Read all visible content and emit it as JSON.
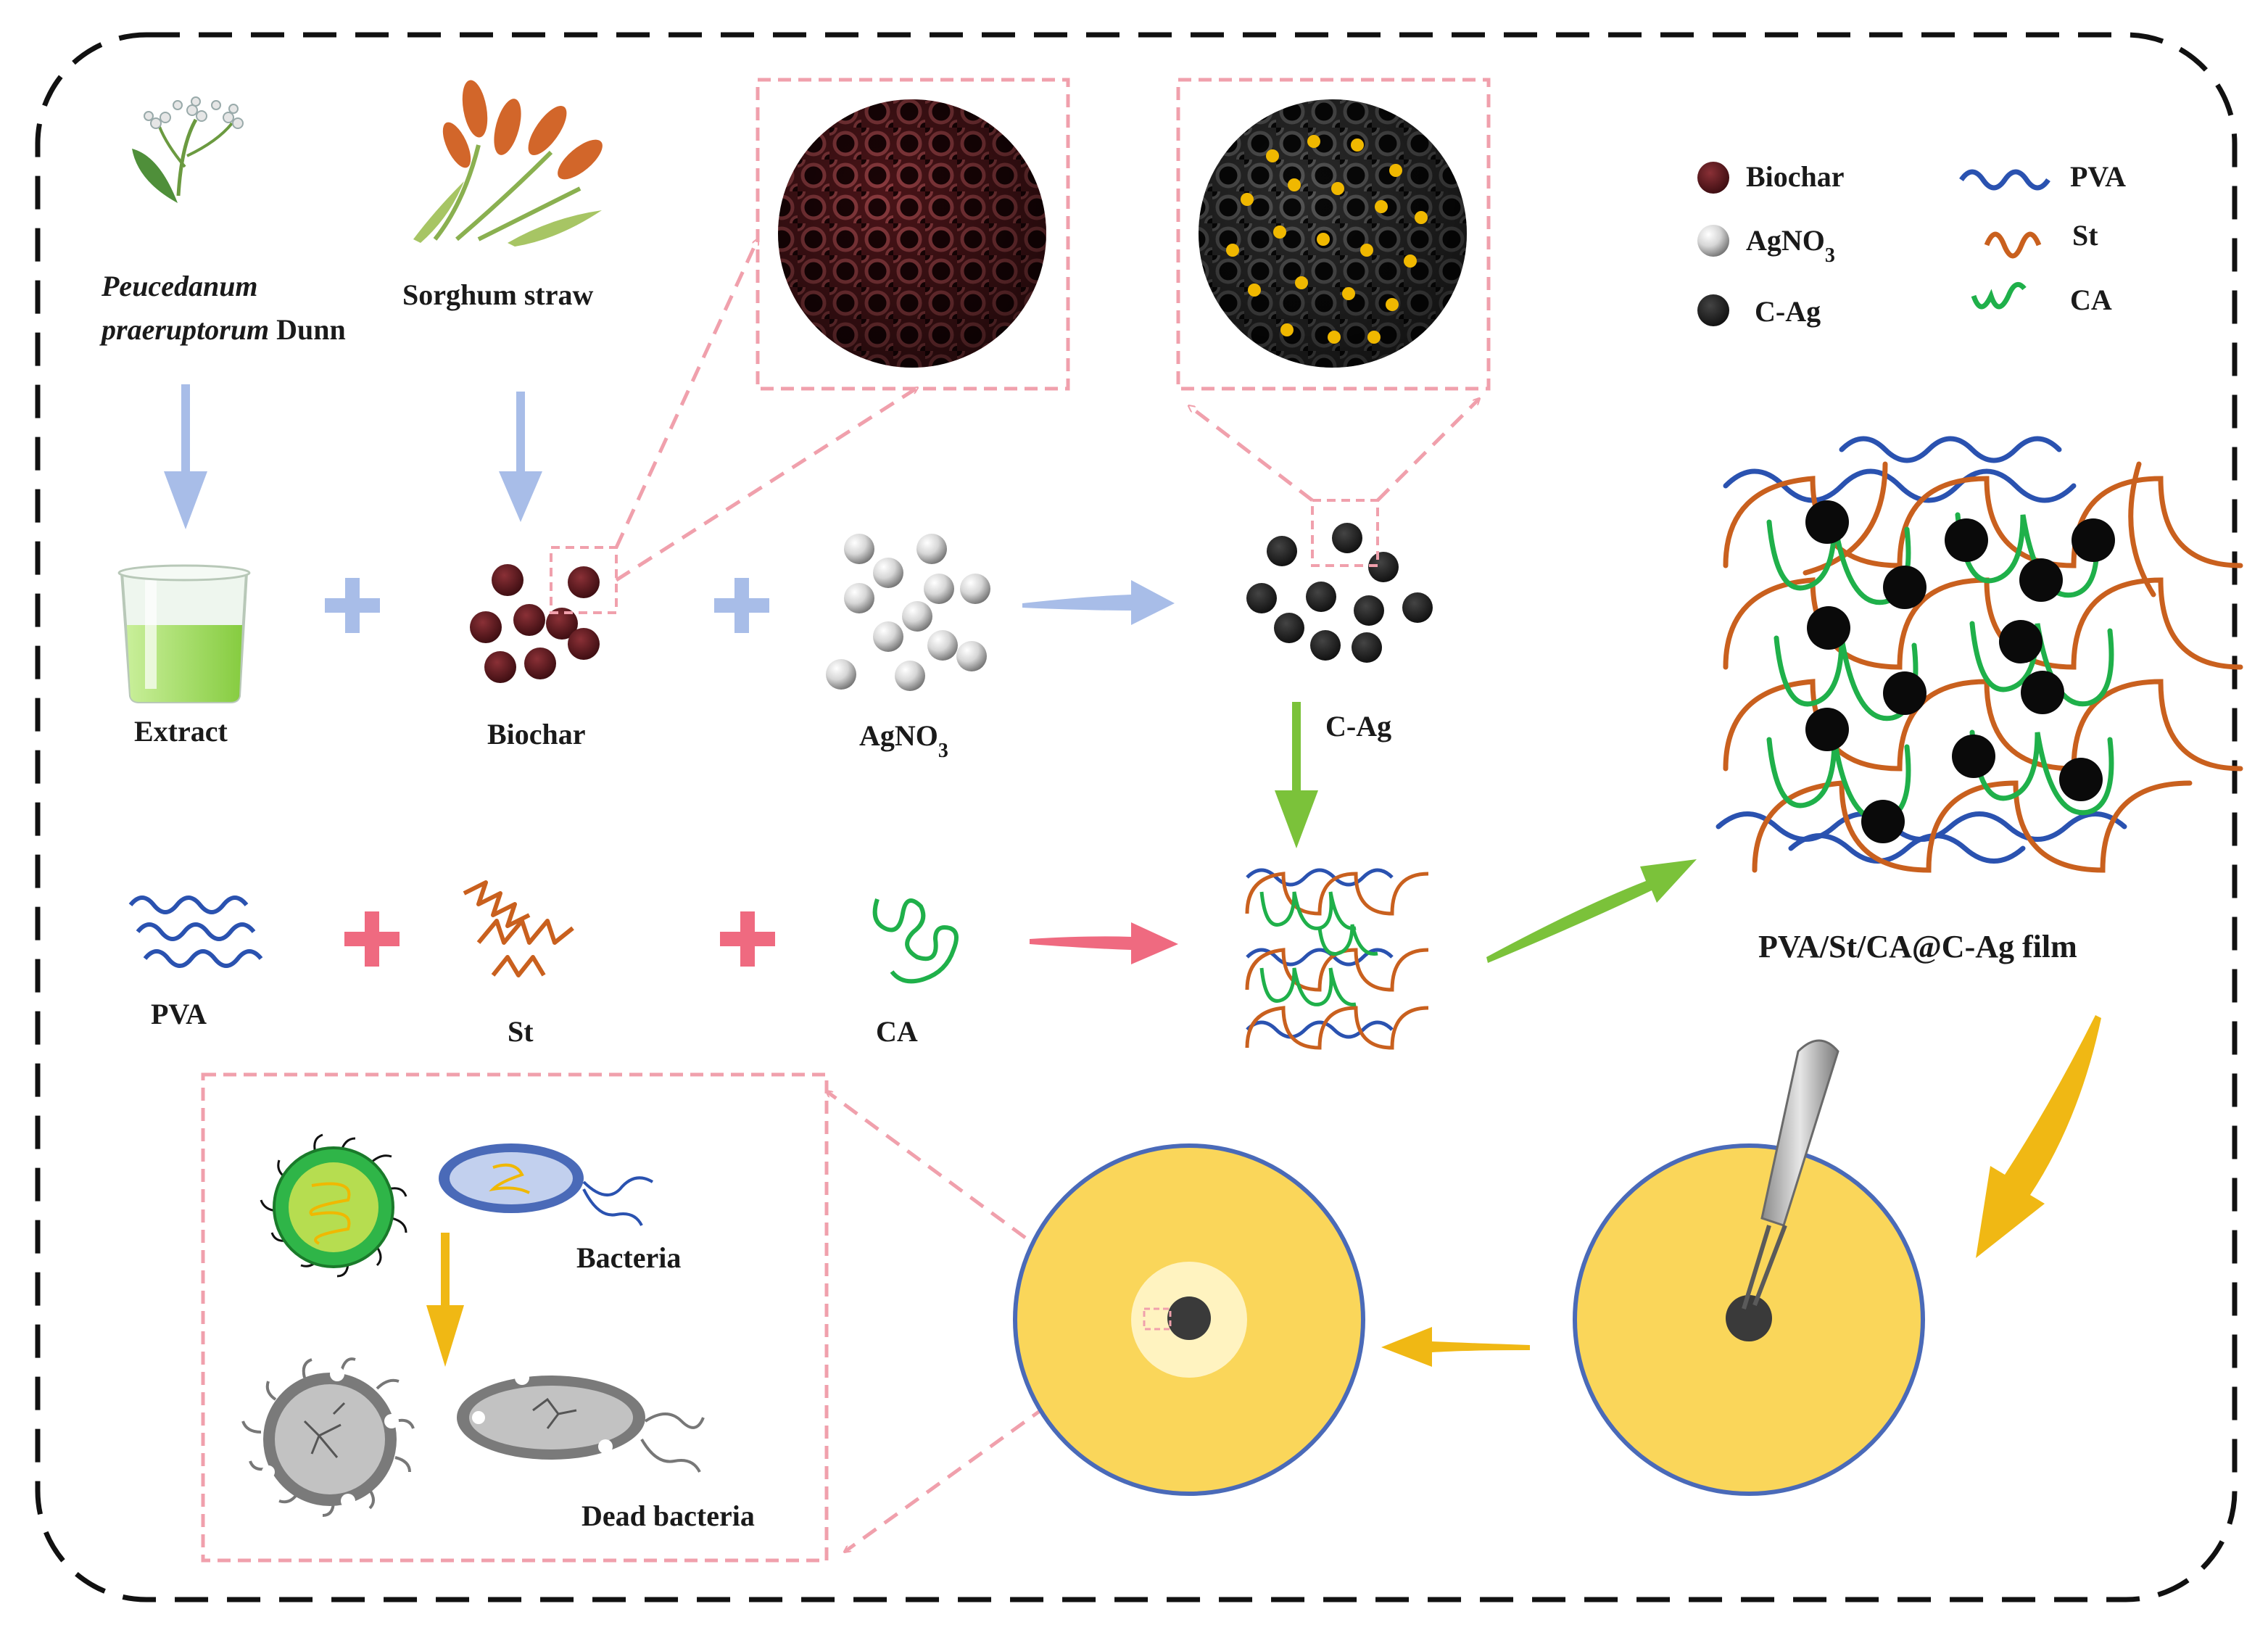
{
  "labels": {
    "peucedanum_italic_1": "Peucedanum",
    "peucedanum_italic_2": "praeruptorum",
    "peucedanum_plain": "Dunn",
    "sorghum": "Sorghum straw",
    "extract": "Extract",
    "biochar": "Biochar",
    "agno3_base": "AgNO",
    "agno3_sub": "3",
    "cag": "C-Ag",
    "pva": "PVA",
    "st": "St",
    "ca": "CA",
    "film": "PVA/St/CA@C-Ag film",
    "bacteria": "Bacteria",
    "dead_bacteria": "Dead bacteria"
  },
  "legend": {
    "biochar": "Biochar",
    "agno3_base": "AgNO",
    "agno3_sub": "3",
    "cag": "C-Ag",
    "pva": "PVA",
    "st": "St",
    "ca": "CA"
  },
  "colors": {
    "biochar": "#5a1a1e",
    "cag": "#1e1e1e",
    "silver": "#d0d0d0",
    "pva": "#2a52b0",
    "st": "#c9601e",
    "ca": "#1fb04a",
    "plate": "#fad65a",
    "plate_rim": "#4a6ab8",
    "pink": "#f0a0ac",
    "blue_arrow": "#a8bde8",
    "green_arrow": "#7bc23a",
    "yellow_arrow": "#f0b814",
    "pink_arrow": "#ef6a80",
    "gold": "#f0b800"
  },
  "icons": [
    "plant-icon",
    "sorghum-icon",
    "beaker-icon",
    "tweezers-icon",
    "petri-dish-icon",
    "bacteria-icon"
  ]
}
